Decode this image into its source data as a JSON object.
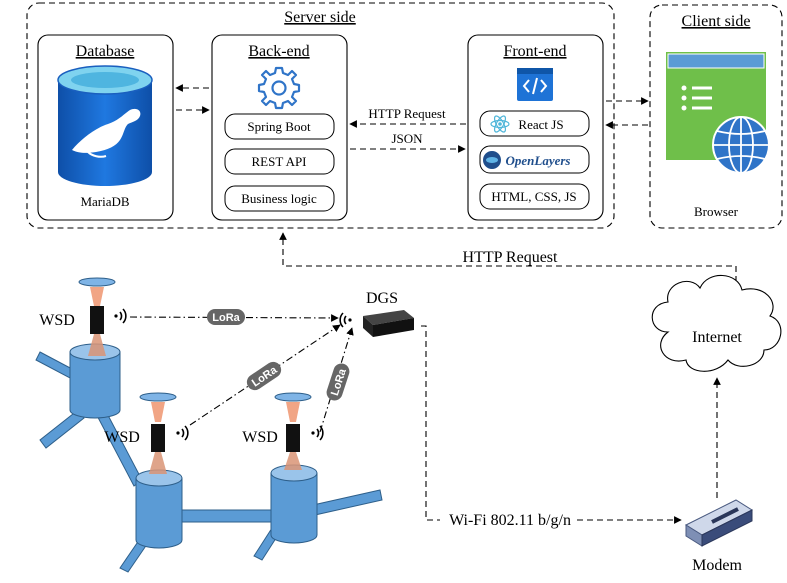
{
  "server": {
    "title": "Server side"
  },
  "client": {
    "title": "Client side",
    "browser_label": "Browser"
  },
  "database": {
    "title": "Database",
    "db_label": "MariaDB"
  },
  "backend": {
    "title": "Back-end",
    "items": [
      "Spring Boot",
      "REST API",
      "Business logic"
    ]
  },
  "frontend": {
    "title": "Front-end",
    "items": [
      "React JS",
      "OpenLayers",
      "HTML, CSS, JS"
    ]
  },
  "arrows": {
    "http_request": "HTTP Request",
    "json": "JSON",
    "http_request_main": "HTTP Request"
  },
  "network": {
    "dgs": "DGS",
    "internet": "Internet",
    "modem": "Modem",
    "wifi": "Wi-Fi 802.11 b/g/n",
    "wsd": [
      "WSD",
      "WSD",
      "WSD"
    ],
    "lora": "LoRa"
  },
  "colors": {
    "db_blue": "#1f6fd0",
    "db_top": "#7fd3ef",
    "pipe": "#5b9bd5",
    "browser_green": "#6fbf4a",
    "browser_bar": "#5b9bd5"
  }
}
